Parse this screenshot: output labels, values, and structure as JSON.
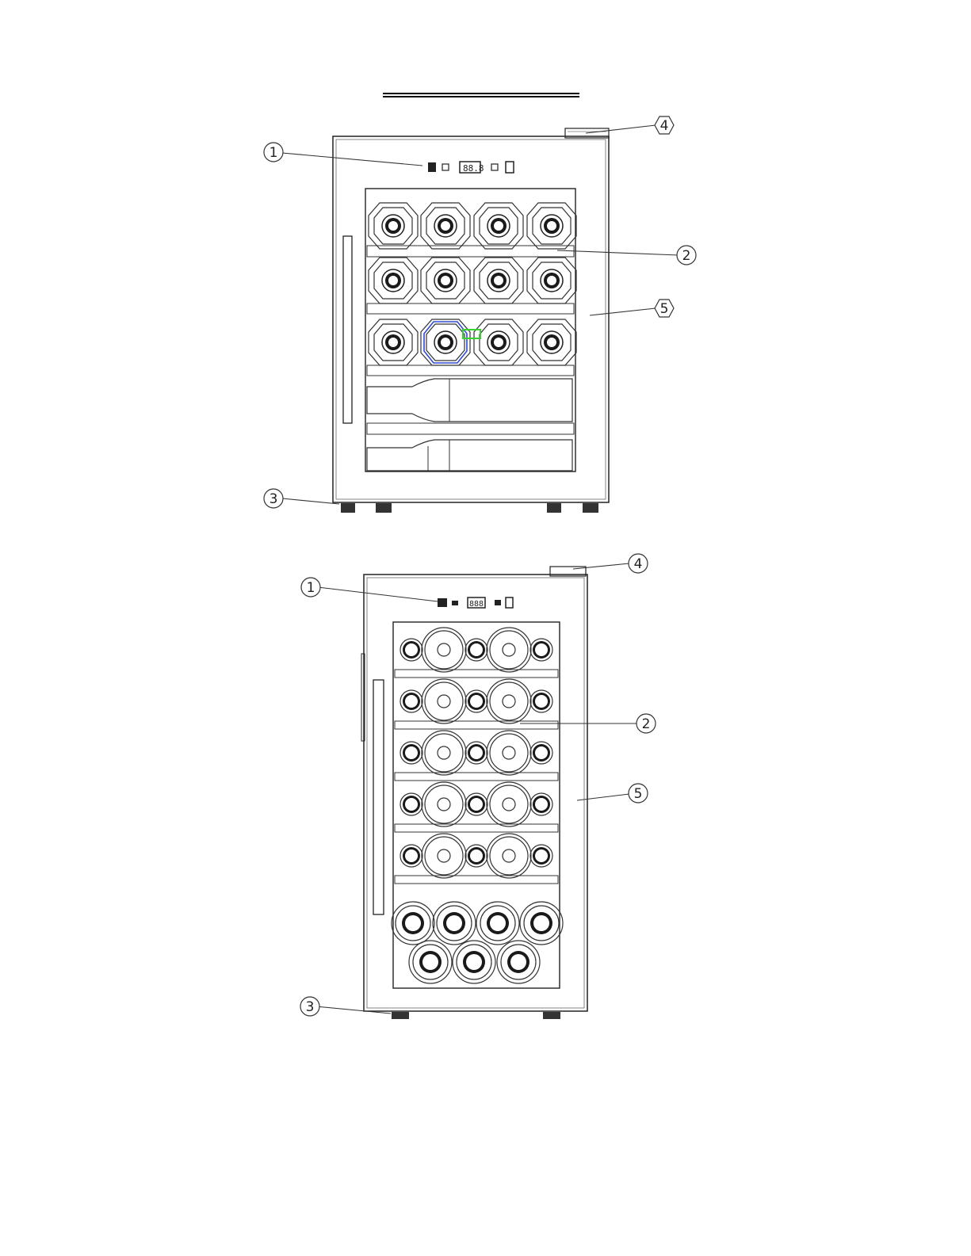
{
  "title": "",
  "diagrams": [
    {
      "id": "small-wine-cooler",
      "display_digits": "88.8",
      "rack_rows": 3,
      "bottles_per_row": 4,
      "lying_bottles": 2,
      "callouts": [
        {
          "num": "1"
        },
        {
          "num": "2"
        },
        {
          "num": "3"
        },
        {
          "num": "4"
        },
        {
          "num": "5"
        }
      ]
    },
    {
      "id": "tall-wine-cooler",
      "display_digits": "888",
      "rack_rows": 5,
      "bottom_stack": "4 + 3",
      "callouts": [
        {
          "num": "1"
        },
        {
          "num": "2"
        },
        {
          "num": "3"
        },
        {
          "num": "4"
        },
        {
          "num": "5"
        }
      ]
    }
  ],
  "colors": {
    "line": "#222222",
    "highlight_ring": "#2b4bd6",
    "highlight_label": "#39d12e"
  }
}
